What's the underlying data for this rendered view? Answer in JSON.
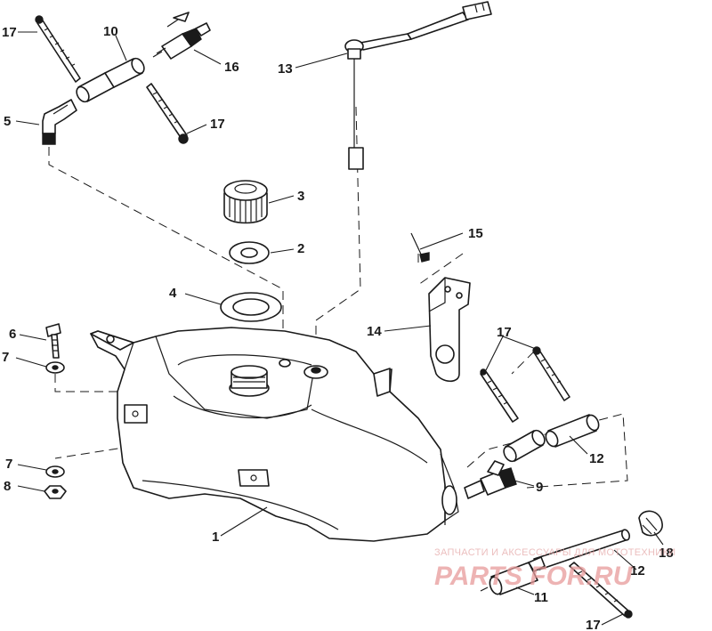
{
  "parts": {
    "p1": "1",
    "p2": "2",
    "p3": "3",
    "p4": "4",
    "p5": "5",
    "p6": "6",
    "p7a": "7",
    "p7b": "7",
    "p8": "8",
    "p9": "9",
    "p10": "10",
    "p11": "11",
    "p12a": "12",
    "p12b": "12",
    "p13": "13",
    "p14": "14",
    "p15": "15",
    "p16": "16",
    "p17a": "17",
    "p17b": "17",
    "p17c": "17",
    "p17d": "17",
    "p18": "18"
  },
  "watermark": {
    "tagline": "ЗАПЧАСТИ И АКСЕССУАРЫ ДЛЯ МОТОТЕХНИКИ",
    "brand": "PARTS FOR.RU"
  }
}
